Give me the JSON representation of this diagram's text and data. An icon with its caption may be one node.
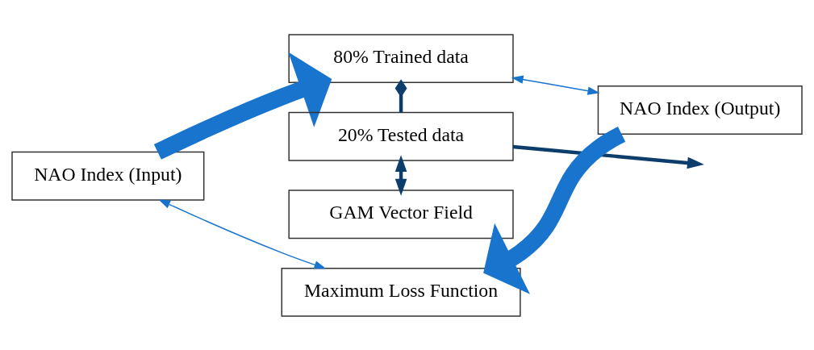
{
  "diagram": {
    "nodes": [
      {
        "text": [
          "NAO Index (Input)"
        ]
      },
      {
        "text": [
          "80% Trained data"
        ]
      },
      {
        "text": [
          "20% Tested data"
        ]
      },
      {
        "text": [
          "GAM Vector Field"
        ]
      },
      {
        "text": [
          "NAO Index (Output)"
        ]
      },
      {
        "text": [
          "Maximum Loss Function"
        ]
      }
    ],
    "edges": [
      {
        "from": 0,
        "to": 1,
        "arrow": "to",
        "style": "thick"
      },
      {
        "from": 1,
        "to": 2,
        "arrow": "other",
        "color": "#0d3d6b"
      },
      {
        "from": 2,
        "to": 3,
        "arrow": "both",
        "color": "#0d3d6b"
      },
      {
        "from": 2,
        "to": null,
        "arrow": "to",
        "color": "#0d3d6b"
      },
      {
        "from": 4,
        "to": 1,
        "arrow": "both"
      },
      {
        "from": 0,
        "to": 5,
        "arrow": "both"
      },
      {
        "from": 4,
        "to": 5,
        "arrow": "to",
        "style": "thick"
      }
    ]
  }
}
